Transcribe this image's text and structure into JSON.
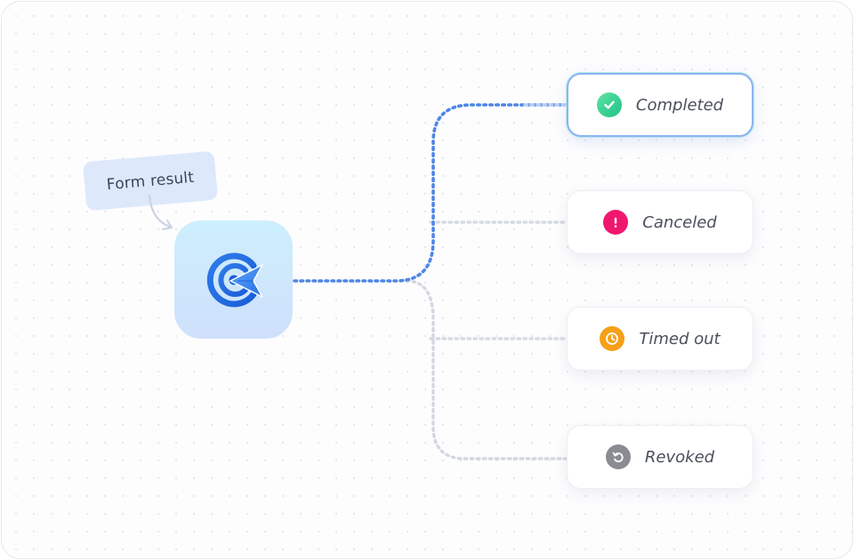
{
  "diagram": {
    "source": {
      "tag_label": "Form result",
      "icon": "target-arrow-icon"
    },
    "outcomes": [
      {
        "id": "completed",
        "label": "Completed",
        "icon": "check-icon",
        "color": "#2fd08a",
        "active": true
      },
      {
        "id": "canceled",
        "label": "Canceled",
        "icon": "exclamation-icon",
        "color": "#f0186e",
        "active": false
      },
      {
        "id": "timed-out",
        "label": "Timed out",
        "icon": "clock-icon",
        "color": "#f5a017",
        "active": false
      },
      {
        "id": "revoked",
        "label": "Revoked",
        "icon": "revoke-icon",
        "color": "#8a8c91",
        "active": false
      }
    ],
    "colors": {
      "active_connector": "#4f86e6",
      "inactive_connector": "#d5d9e1"
    }
  }
}
